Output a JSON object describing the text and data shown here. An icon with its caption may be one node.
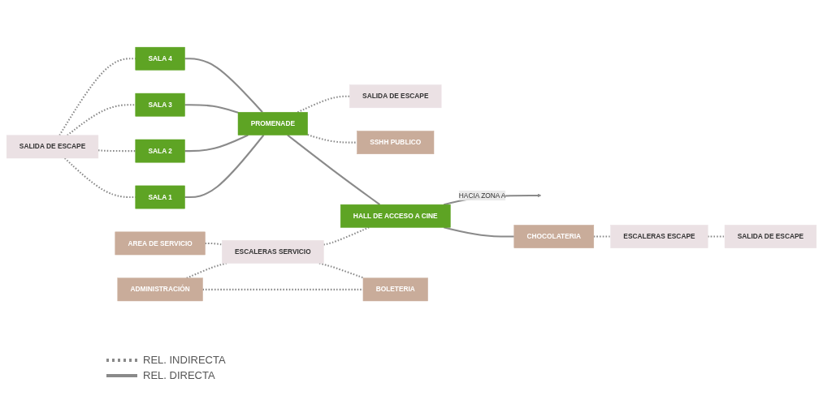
{
  "diagram": {
    "nodes": [
      {
        "text": [
          "SALIDA DE ESCAPE"
        ]
      },
      {
        "text": [
          "SALA 1"
        ]
      },
      {
        "text": [
          "SALA 2"
        ]
      },
      {
        "text": [
          "SALA 3"
        ]
      },
      {
        "text": [
          "SALA 4"
        ]
      },
      {
        "text": [
          "PROMENADE"
        ]
      },
      {
        "text": [
          "AREA DE SERVICIO"
        ]
      },
      {
        "text": [
          "ADMINISTRACIÓN"
        ]
      },
      {
        "text": [
          "ESCALERAS SERVICIO"
        ]
      },
      {
        "text": [
          "BOLETERIA"
        ]
      },
      {
        "text": [
          "HALL DE ACCESO A CINE"
        ]
      },
      {
        "text": [
          "CHOCOLATERIA"
        ]
      },
      {
        "text": [
          "ESCALERAS ESCAPE"
        ]
      },
      {
        "text": [
          "SSHH PUBLICO"
        ]
      },
      {
        "text": [
          "SALIDA DE ESCAPE"
        ]
      },
      {
        "text": [
          "SALIDA DE ESCAPE"
        ]
      }
    ],
    "edges": [
      {
        "from": 0,
        "to": 1,
        "arrow": "none",
        "style": "dashed"
      },
      {
        "from": 0,
        "to": 2,
        "arrow": "none",
        "style": "dashed"
      },
      {
        "from": 0,
        "to": 3,
        "arrow": "none",
        "style": "dashed"
      },
      {
        "from": 0,
        "to": 4,
        "arrow": "none",
        "style": "dashed"
      },
      {
        "from": 1,
        "to": 5,
        "arrow": "none"
      },
      {
        "from": 2,
        "to": 5,
        "arrow": "none"
      },
      {
        "from": 3,
        "to": 5,
        "arrow": "none"
      },
      {
        "from": 4,
        "to": 5,
        "arrow": "none"
      },
      {
        "from": 5,
        "to": 10,
        "arrow": "none"
      },
      {
        "from": 6,
        "to": 8,
        "arrow": "none",
        "style": "dashed"
      },
      {
        "from": 7,
        "to": 9,
        "arrow": "none",
        "style": "dashed"
      },
      {
        "from": 7,
        "to": 8,
        "arrow": "none",
        "style": "dashed"
      },
      {
        "from": 8,
        "to": 9,
        "arrow": "none",
        "style": "dashed"
      },
      {
        "from": 8,
        "to": 10,
        "arrow": "none",
        "style": "dashed"
      },
      {
        "from": 10,
        "to": 11,
        "arrow": "none"
      },
      {
        "from": 11,
        "to": 12,
        "arrow": "none",
        "style": "dashed"
      },
      {
        "from": 12,
        "to": 14,
        "arrow": "none",
        "style": "dashed"
      },
      {
        "from": 5,
        "to": 13,
        "arrow": "none",
        "style": "dashed"
      },
      {
        "from": 5,
        "to": 15,
        "arrow": "none",
        "style": "dashed"
      },
      {
        "from": 10,
        "to": null,
        "arrow": "to",
        "label": "HACIA ZONA A"
      }
    ],
    "legend": [
      {
        "text": "REL. INDIRECTA"
      },
      {
        "text": "REL. DIRECTA"
      }
    ]
  }
}
